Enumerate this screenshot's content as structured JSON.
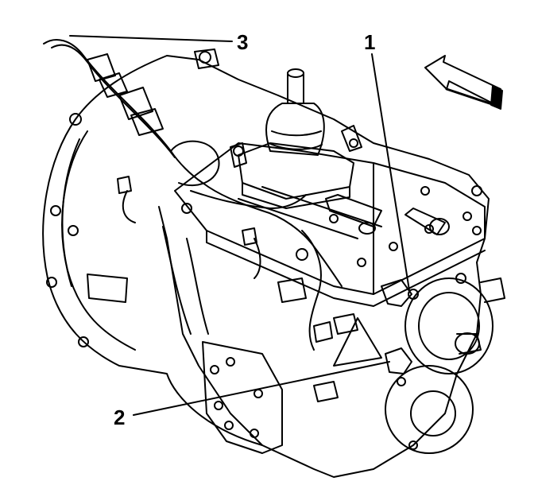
{
  "callouts": [
    {
      "id": "1",
      "label": "1"
    },
    {
      "id": "2",
      "label": "2"
    },
    {
      "id": "3",
      "label": "3"
    }
  ],
  "icons": {
    "direction_arrow": "view-direction-arrow-icon"
  },
  "colors": {
    "line": "#000000",
    "background": "#ffffff"
  }
}
